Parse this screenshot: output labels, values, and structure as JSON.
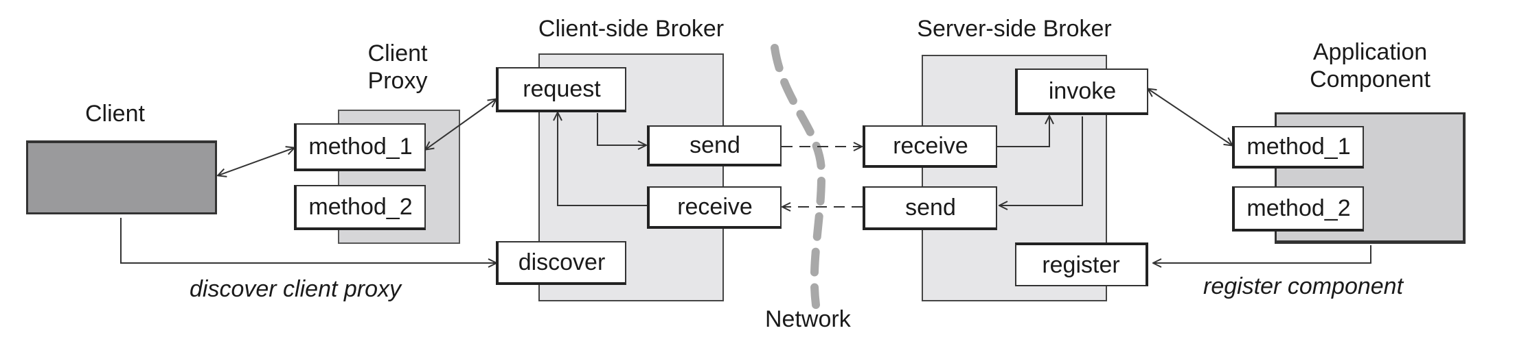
{
  "titles": {
    "client": "Client",
    "client_proxy": "Client\nProxy",
    "client_side_broker": "Client-side Broker",
    "server_side_broker": "Server-side Broker",
    "application_component": "Application\nComponent",
    "network": "Network"
  },
  "client_proxy": {
    "method_1": "method_1",
    "method_2": "method_2"
  },
  "client_broker": {
    "request": "request",
    "send": "send",
    "receive": "receive",
    "discover": "discover"
  },
  "server_broker": {
    "invoke": "invoke",
    "receive": "receive",
    "send": "send",
    "register": "register"
  },
  "application": {
    "method_1": "method_1",
    "method_2": "method_2"
  },
  "captions": {
    "discover_client_proxy": "discover client proxy",
    "register_component": "register component"
  }
}
